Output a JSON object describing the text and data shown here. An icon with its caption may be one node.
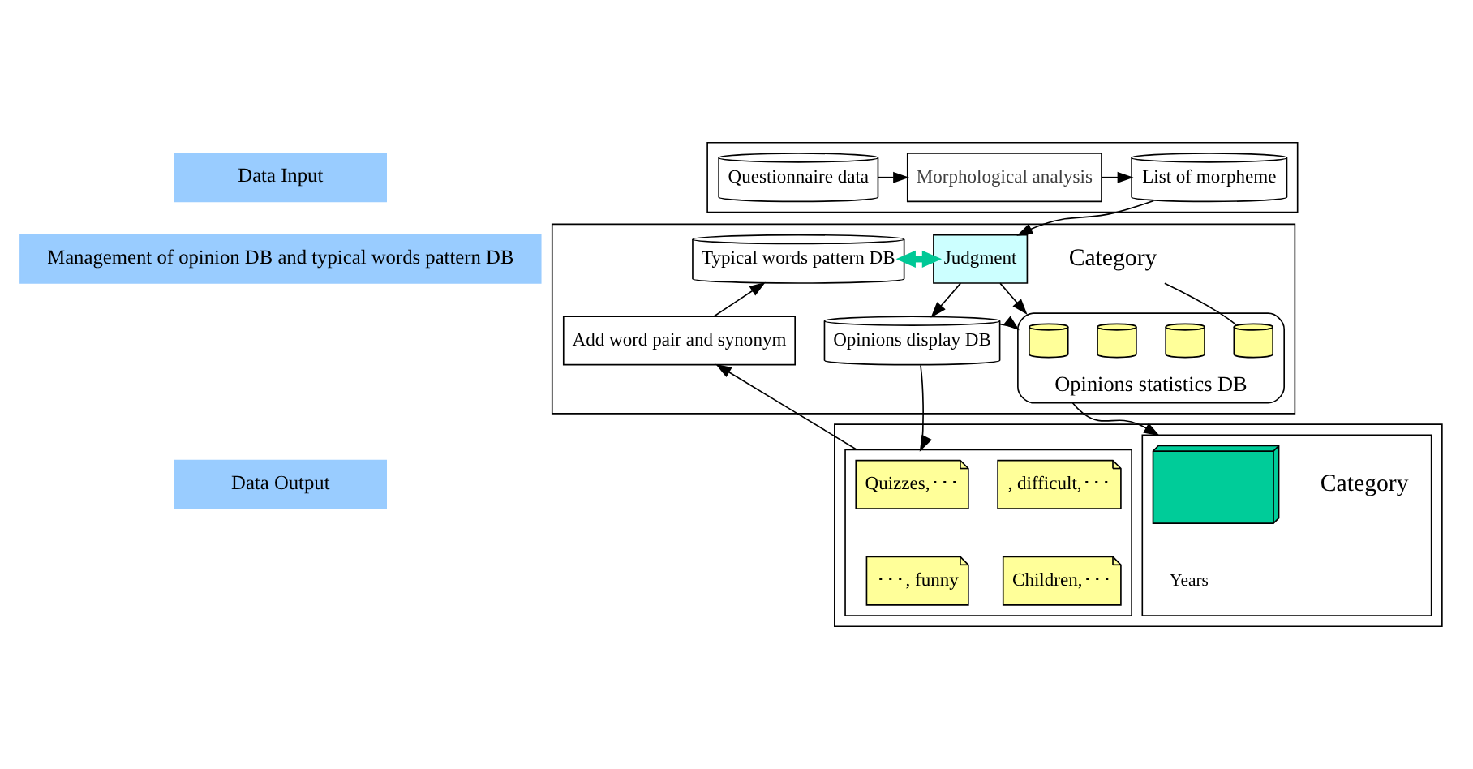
{
  "diagram": {
    "nodes": [
      {
        "text": [
          "Data Input"
        ]
      },
      {
        "text": [],
        "shape": "box"
      },
      {
        "text": [
          "Questionnaire data"
        ],
        "in": 1
      },
      {
        "text": [
          "Morphological analysis"
        ],
        "in": 1
      },
      {
        "text": [
          "List of morpheme"
        ],
        "in": 1
      },
      {
        "text": [
          "Management of opinion DB and typical words pattern DB"
        ]
      },
      {
        "text": [],
        "shape": "box"
      },
      {
        "text": [
          "Typical words pattern DB"
        ],
        "in": 6
      },
      {
        "text": [
          "Judgment"
        ],
        "in": 6
      },
      {
        "text": [
          "Add word pair and synonym"
        ],
        "in": 6
      },
      {
        "text": [
          "Opinions display DB"
        ],
        "in": 6
      },
      {
        "text": [
          "Opinions statistics DB"
        ],
        "in": 6
      },
      {
        "text": [
          "Category"
        ],
        "in": 6
      },
      {
        "text": [],
        "shape": "cylinder",
        "in": 11
      },
      {
        "text": [],
        "shape": "cylinder",
        "in": 11
      },
      {
        "text": [],
        "shape": "cylinder",
        "in": 11
      },
      {
        "text": [],
        "shape": "cylinder",
        "in": 11
      },
      {
        "text": [
          "Data Output"
        ]
      },
      {
        "text": [],
        "shape": "box"
      },
      {
        "text": [],
        "shape": "box",
        "in": 18
      },
      {
        "text": [
          "Quizzes,･･･"
        ],
        "in": 19
      },
      {
        "text": [
          ", difficult,･･･"
        ],
        "in": 19
      },
      {
        "text": [
          "･･･, funny"
        ],
        "in": 19
      },
      {
        "text": [
          "Children,･･･"
        ],
        "in": 19
      },
      {
        "text": [],
        "shape": "box",
        "in": 18
      },
      {
        "text": [],
        "shape": "picture",
        "in": 24
      }
    ],
    "edges": [
      {
        "from": 2,
        "to": 3,
        "arrow": "to"
      },
      {
        "from": 3,
        "to": 4,
        "arrow": "to"
      },
      {
        "from": 4,
        "to": 8,
        "arrow": "to"
      },
      {
        "from": 7,
        "to": 8,
        "arrow": "both",
        "style": "thick",
        "color": "#00c896"
      },
      {
        "from": 8,
        "to": 10,
        "arrow": "to"
      },
      {
        "from": 8,
        "to": 11,
        "arrow": "to"
      },
      {
        "from": 10,
        "to": 11,
        "arrow": "to"
      },
      {
        "from": 9,
        "to": 7,
        "arrow": "to"
      },
      {
        "from": 12,
        "to": 16,
        "arrow": "none"
      },
      {
        "from": 10,
        "to": 19,
        "arrow": "to"
      },
      {
        "from": 19,
        "to": 9,
        "arrow": "to"
      },
      {
        "from": 11,
        "to": 24,
        "arrow": "to"
      }
    ],
    "labels": [
      "Category",
      "Years"
    ]
  }
}
